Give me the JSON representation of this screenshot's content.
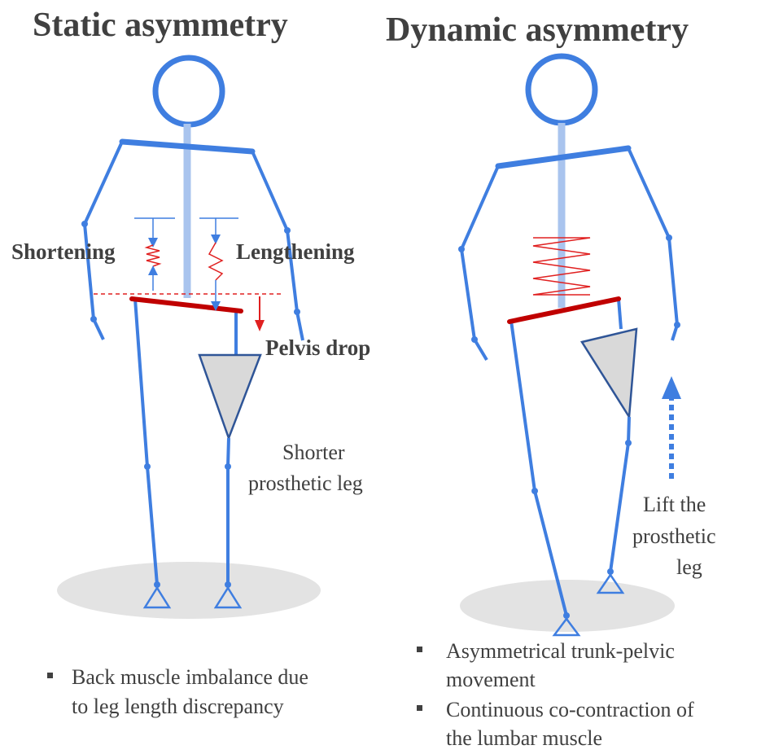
{
  "colors": {
    "body": "#3f7ee0",
    "spine": "#a9c4ee",
    "pelvis": "#c00000",
    "spring": "#e02020",
    "socket_fill": "#d9d9d9",
    "socket_stroke": "#2f5597",
    "floor": "#e3e3e3",
    "text": "#404040"
  },
  "static_panel": {
    "title": "Static asymmetry",
    "shortening_label": "Shortening",
    "lengthening_label": "Lengthening",
    "pelvis_drop_label": "Pelvis drop",
    "shorter_leg_label_line1": "Shorter",
    "shorter_leg_label_line2": "prosthetic leg",
    "bullets": [
      {
        "line1": "Back muscle imbalance due",
        "line2": "to leg length discrepancy"
      }
    ]
  },
  "dynamic_panel": {
    "title": "Dynamic asymmetry",
    "lift_label_line1": "Lift the",
    "lift_label_line2": "prosthetic",
    "lift_label_line3": "leg",
    "bullets": [
      {
        "line1": "Asymmetrical trunk-pelvic",
        "line2": "movement"
      },
      {
        "line1": "Continuous co-contraction of",
        "line2": "the lumbar muscle"
      }
    ]
  }
}
